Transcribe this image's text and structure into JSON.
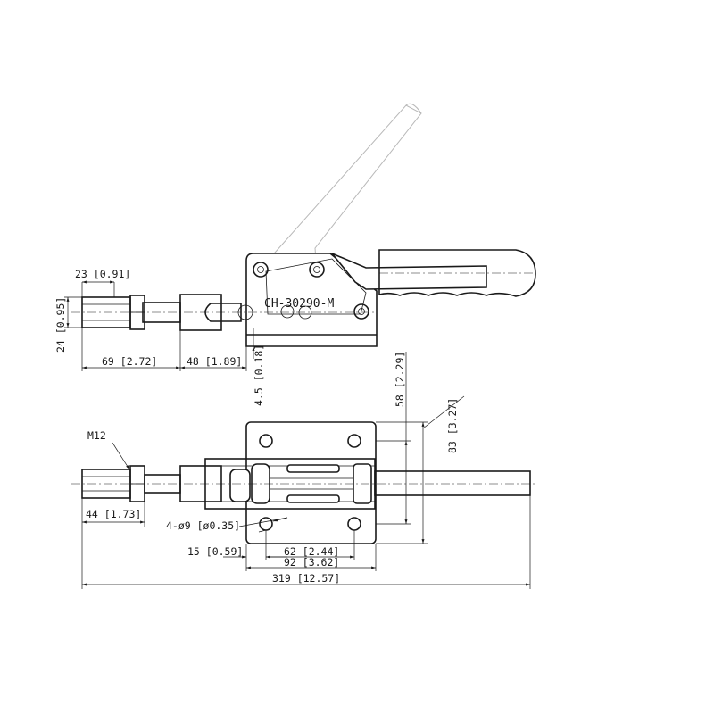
{
  "model_code": "CH-30290-M",
  "thread_label": "M12",
  "dimensions": {
    "nut_width": "23 [0.91]",
    "height_24": "24 [0.95]",
    "length_69": "69 [2.72]",
    "length_48": "48 [1.89]",
    "offset_4_5": "4.5 [0.18]",
    "height_58": "58 [2.29]",
    "height_83": "83 [3.27]",
    "length_44": "44 [1.73]",
    "holes": "4-ø9 [ø0.35]",
    "length_15": "15 [0.59]",
    "length_62": "62 [2.44]",
    "length_92": "92 [3.62]",
    "overall_319": "319 [12.57]"
  }
}
